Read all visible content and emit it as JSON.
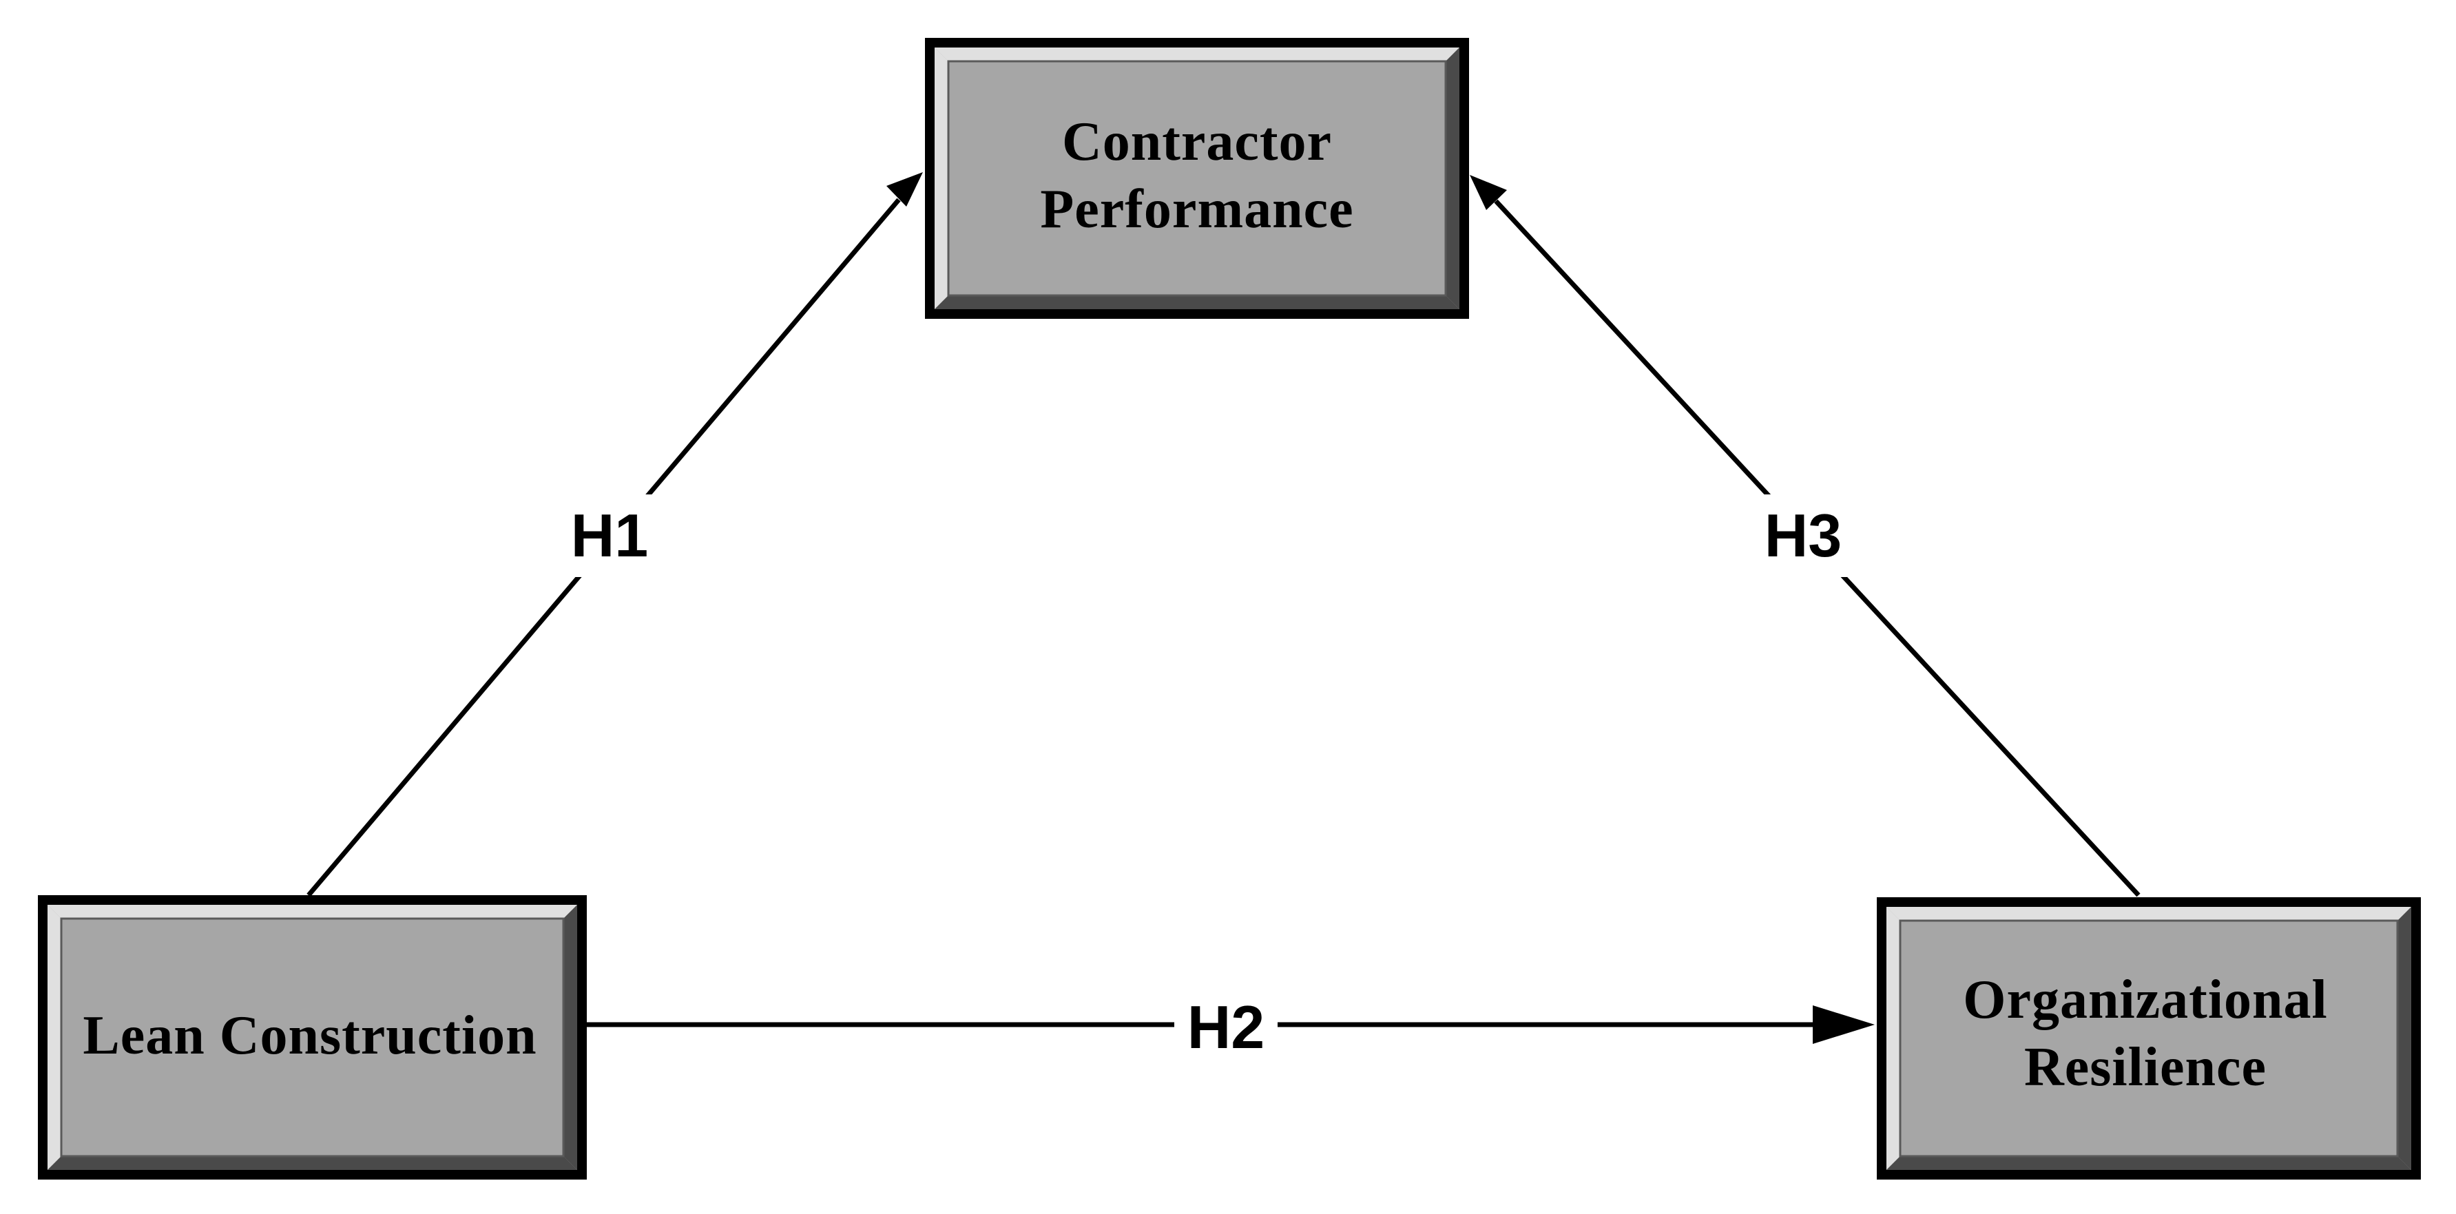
{
  "nodes": {
    "contractor_performance": {
      "lines": [
        "Contractor",
        "Performance"
      ]
    },
    "lean_construction": {
      "lines": [
        "Lean Construction"
      ]
    },
    "organizational_resilience": {
      "lines": [
        "Organizational",
        "Resilience"
      ]
    }
  },
  "edges": {
    "h1": {
      "label": "H1",
      "from": "Lean Construction",
      "to": "Contractor Performance"
    },
    "h2": {
      "label": "H2",
      "from": "Lean Construction",
      "to": "Organizational Resilience"
    },
    "h3": {
      "label": "H3",
      "from": "Organizational Resilience",
      "to": "Contractor Performance"
    }
  },
  "colors": {
    "box_fill": "#a6a6a6",
    "box_border": "#000000",
    "bevel_light": "#e0e0e0",
    "bevel_dark": "#4a4a4a",
    "line": "#000000"
  }
}
